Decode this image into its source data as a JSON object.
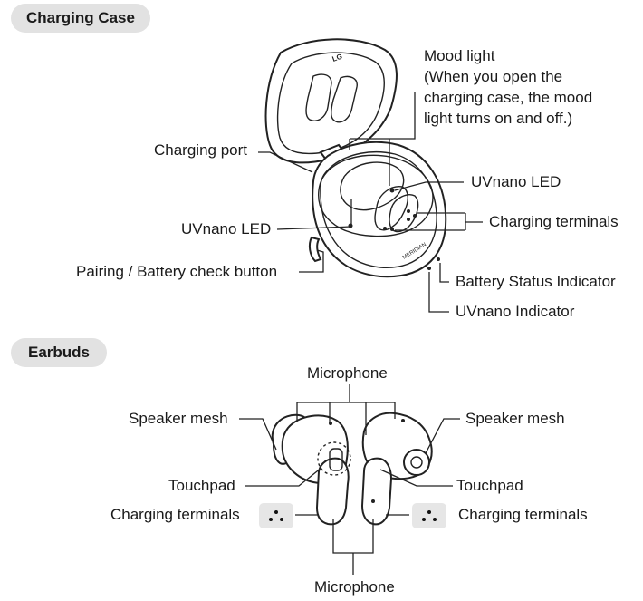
{
  "sections": {
    "case_title": "Charging Case",
    "earbuds_title": "Earbuds"
  },
  "case_labels": {
    "mood_light_title": "Mood light",
    "mood_light_line1": "(When you open the",
    "mood_light_line2": "charging case, the mood",
    "mood_light_line3": "light turns on and off.)",
    "charging_port": "Charging port",
    "uvnano_led_right": "UVnano LED",
    "uvnano_led_left": "UVnano LED",
    "charging_terminals": "Charging terminals",
    "pairing_button": "Pairing / Battery check button",
    "battery_status": "Battery Status Indicator",
    "uvnano_indicator": "UVnano Indicator",
    "lid_brand": "LG",
    "base_brand": "MERIDIAN"
  },
  "earbud_labels": {
    "microphone_top": "Microphone",
    "speaker_mesh_left": "Speaker mesh",
    "speaker_mesh_right": "Speaker mesh",
    "touchpad_left": "Touchpad",
    "touchpad_right": "Touchpad",
    "charging_terminals_left": "Charging terminals",
    "charging_terminals_right": "Charging terminals",
    "microphone_bottom": "Microphone"
  }
}
